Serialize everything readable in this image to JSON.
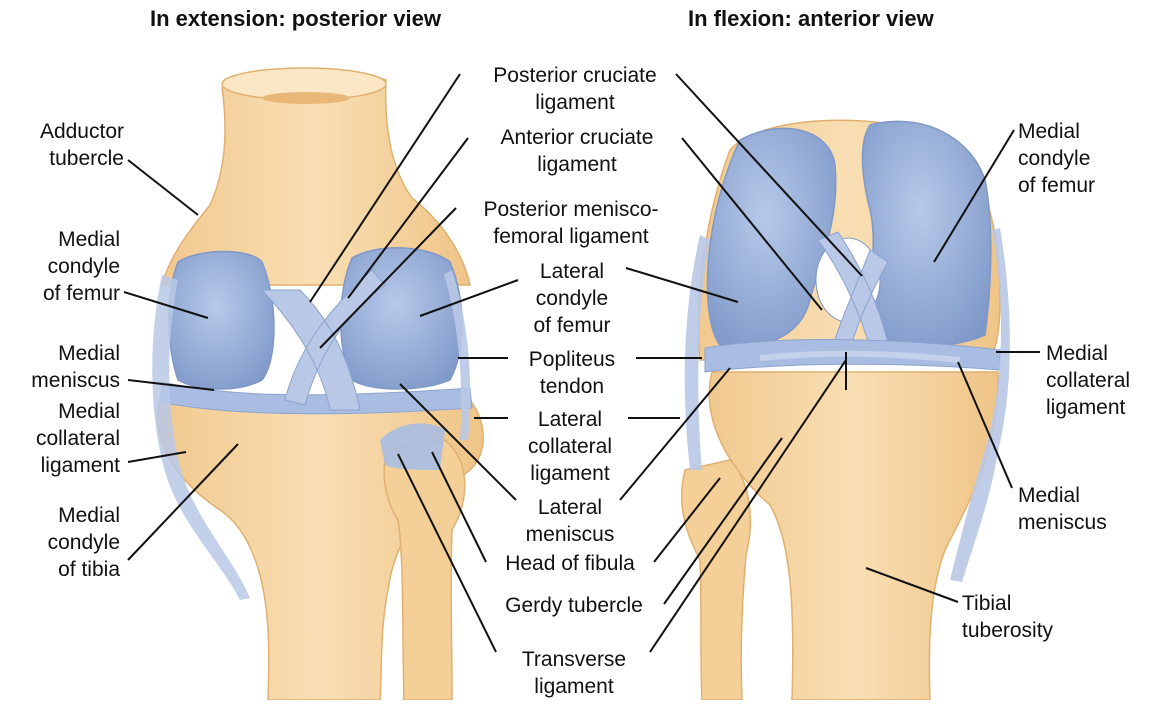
{
  "titles": {
    "left": "In extension: posterior view",
    "right": "In flexion: anterior view"
  },
  "labels": {
    "adductor_tubercle": [
      "Adductor",
      "tubercle"
    ],
    "medial_condyle_femur_left": [
      "Medial",
      "condyle",
      "of femur"
    ],
    "medial_meniscus_left": [
      "Medial",
      "meniscus"
    ],
    "medial_collateral_left": [
      "Medial",
      "collateral",
      "ligament"
    ],
    "medial_condyle_tibia": [
      "Medial",
      "condyle",
      "of tibia"
    ],
    "posterior_cruciate": [
      "Posterior cruciate",
      "ligament"
    ],
    "anterior_cruciate": [
      "Anterior cruciate",
      "ligament"
    ],
    "posterior_meniscofemoral": [
      "Posterior menisco-",
      "femoral ligament"
    ],
    "lateral_condyle_femur": [
      "Lateral",
      "condyle",
      "of femur"
    ],
    "popliteus_tendon": [
      "Popliteus",
      "tendon"
    ],
    "lateral_collateral": [
      "Lateral",
      "collateral",
      "ligament"
    ],
    "lateral_meniscus": [
      "Lateral",
      "meniscus"
    ],
    "head_of_fibula": [
      "Head of fibula"
    ],
    "gerdy_tubercle": [
      "Gerdy tubercle"
    ],
    "transverse_ligament": [
      "Transverse",
      "ligament"
    ],
    "medial_condyle_femur_right": [
      "Medial",
      "condyle",
      "of femur"
    ],
    "medial_collateral_right": [
      "Medial",
      "collateral",
      "ligament"
    ],
    "medial_meniscus_right": [
      "Medial",
      "meniscus"
    ],
    "tibial_tuberosity": [
      "Tibial",
      "tuberosity"
    ]
  },
  "colors": {
    "bone": "#f7d6a6",
    "bone_edge": "#e3b77a",
    "cartilage": "#9fb6de",
    "cartilage_edge": "#7f98c7",
    "ligament": "#b9c8e6",
    "line": "#111111"
  }
}
